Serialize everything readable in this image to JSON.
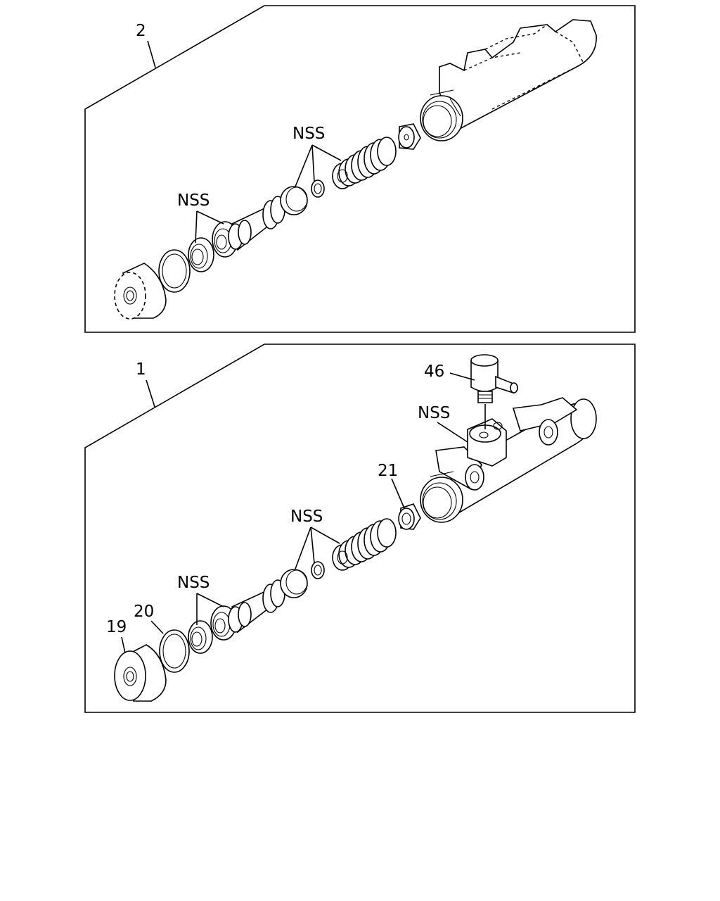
{
  "panels": [
    {
      "assembly_number": "2",
      "callouts": {
        "nss_upper": "NSS",
        "nss_lower": "NSS"
      }
    },
    {
      "assembly_number": "1",
      "callouts": {
        "part_46": "46",
        "nss_fitting": "NSS",
        "part_21": "21",
        "nss_upper": "NSS",
        "nss_lower": "NSS",
        "part_20": "20",
        "part_19": "19"
      }
    }
  ]
}
